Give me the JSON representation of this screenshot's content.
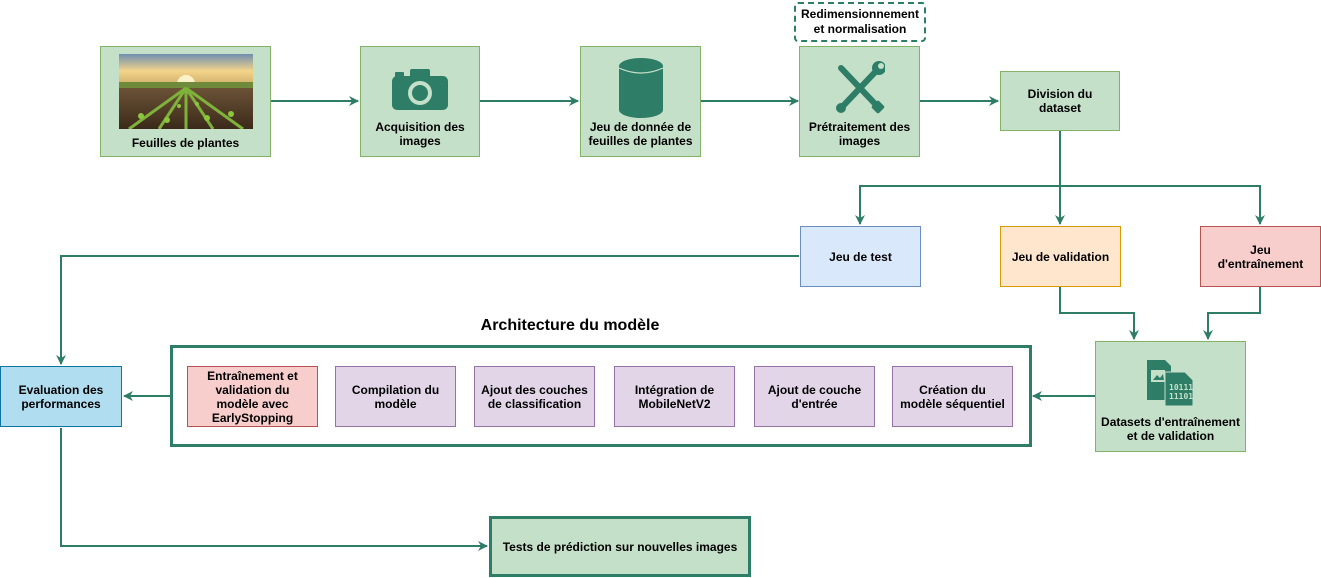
{
  "top_row": {
    "feuilles": "Feuilles de plantes",
    "acquisition": "Acquisition des images",
    "jeu_donnee": "Jeu de donnée de feuilles de plantes",
    "pretraitement": "Prétraitement des images",
    "redim": "Redimensionnement et normalisation",
    "division": "Division du dataset"
  },
  "split": {
    "test": "Jeu de test",
    "validation": "Jeu de validation",
    "entrainement": "Jeu d'entraînement"
  },
  "datasets": "Datasets d'entraînement et de validation",
  "architecture": {
    "title": "Architecture du modèle",
    "steps": [
      "Entraînement et validation du modèle avec EarlyStopping",
      "Compilation du modèle",
      "Ajout des couches de classification",
      "Intégration de MobileNetV2",
      "Ajout de couche d'entrée",
      "Création du modèle séquentiel"
    ]
  },
  "evaluation": "Evaluation des performances",
  "tests": "Tests de prédiction sur nouvelles images",
  "colors": {
    "edge": "#2e7d67",
    "green": "#c5e0c9",
    "blue_light": "#dae8fc",
    "orange": "#ffe6cc",
    "red": "#f8cecc",
    "blue": "#b1ddf0",
    "purple": "#e1d5e7"
  },
  "icons": [
    "field-photo",
    "camera-icon",
    "database-icon",
    "tools-icon",
    "dataset-files-icon"
  ]
}
